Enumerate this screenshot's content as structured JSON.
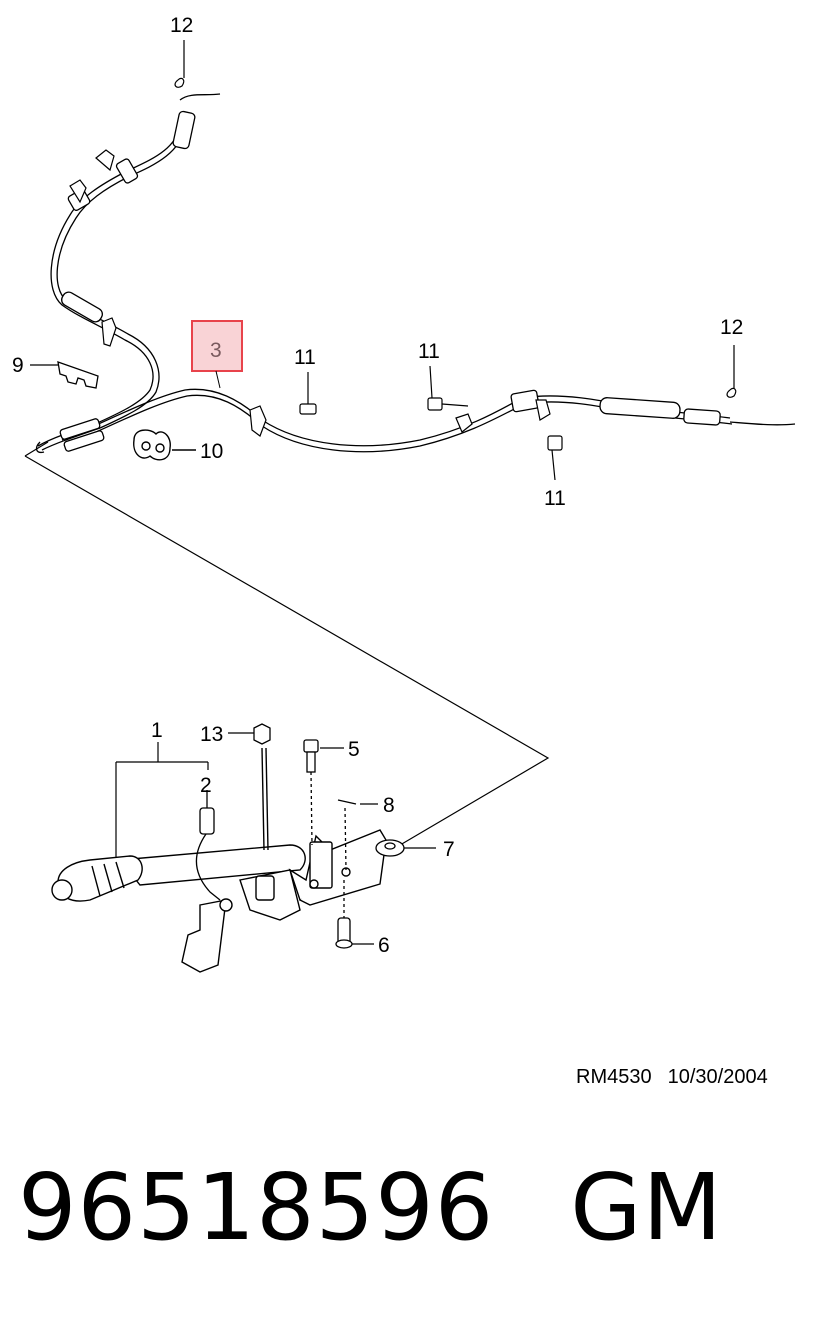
{
  "callouts": {
    "c1": "1",
    "c2": "2",
    "c3": "3",
    "c5": "5",
    "c6": "6",
    "c7": "7",
    "c8": "8",
    "c9": "9",
    "c10": "10",
    "c11a": "11",
    "c11b": "11",
    "c11c": "11",
    "c12a": "12",
    "c12b": "12",
    "c13": "13"
  },
  "highlight": {
    "color": "#e8434b",
    "fill": "#f9d3d6"
  },
  "drawing_ref": {
    "code": "RM4530",
    "date": "10/30/2004"
  },
  "part": {
    "number": "96518596",
    "brand": "GM"
  }
}
